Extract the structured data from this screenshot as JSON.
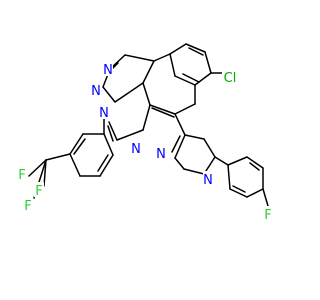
{
  "molecule": {
    "atom_labels": {
      "cl": "Cl",
      "n1": "N",
      "n2": "N",
      "n3": "N",
      "n4": "N",
      "n5": "N",
      "n6": "N",
      "f1": "F",
      "f2": "F",
      "f3": "F",
      "f4": "F"
    },
    "colors": {
      "bond": "#000000",
      "nitrogen": "#0000ff",
      "chlorine": "#00aa00",
      "fluorine": "#33cc33",
      "background": "#ffffff"
    }
  }
}
